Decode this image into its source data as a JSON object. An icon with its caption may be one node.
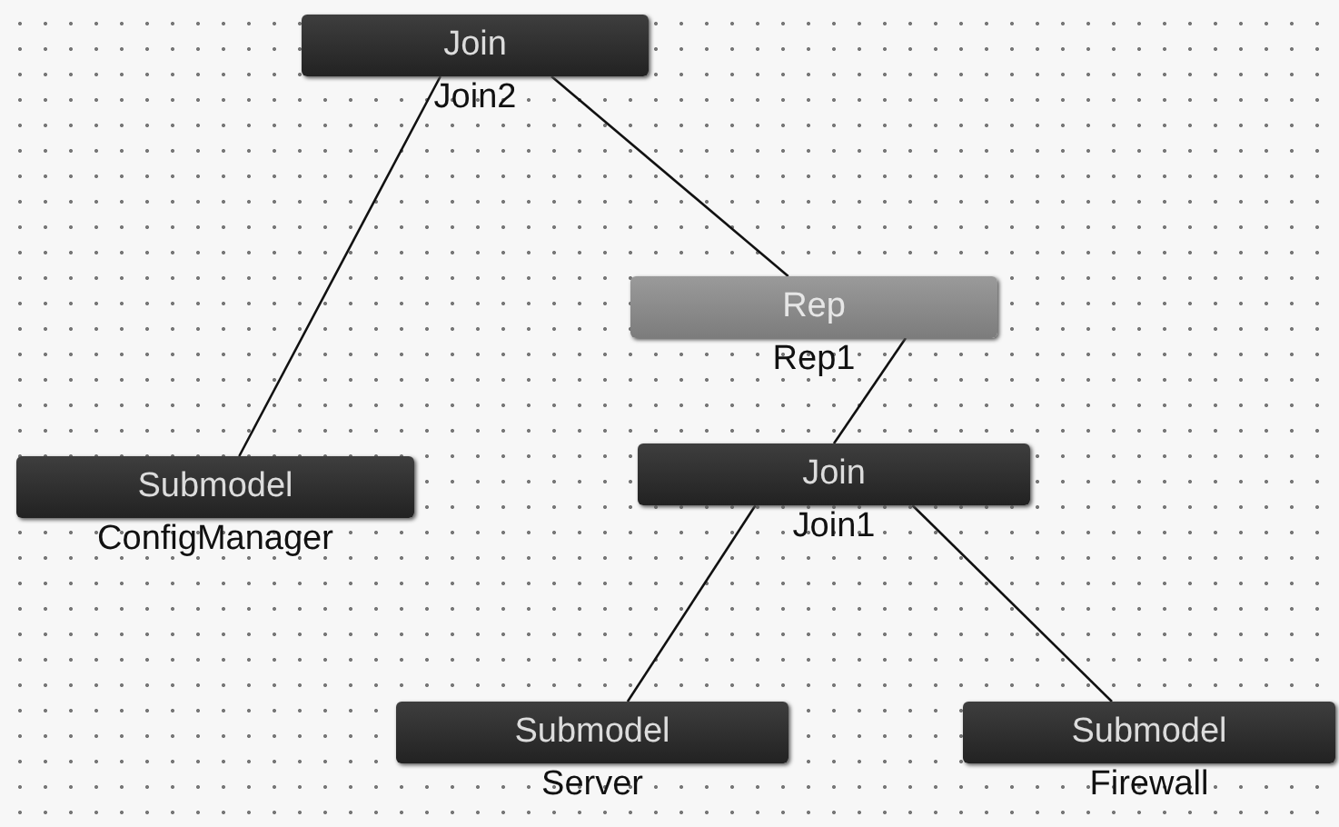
{
  "diagram": {
    "nodes": [
      {
        "text": [
          "Join"
        ],
        "beside": [
          "Join2"
        ]
      },
      {
        "text": [
          "Rep"
        ],
        "beside": [
          "Rep1"
        ]
      },
      {
        "text": [
          "Submodel"
        ],
        "beside": [
          "ConfigManager"
        ]
      },
      {
        "text": [
          "Join"
        ],
        "beside": [
          "Join1"
        ]
      },
      {
        "text": [
          "Submodel"
        ],
        "beside": [
          "Server"
        ]
      },
      {
        "text": [
          "Submodel"
        ],
        "beside": [
          "Firewall"
        ]
      }
    ],
    "edges": [
      {
        "from": 0,
        "to": 2,
        "arrow": "none"
      },
      {
        "from": 0,
        "to": 1,
        "arrow": "none"
      },
      {
        "from": 1,
        "to": 3,
        "arrow": "none"
      },
      {
        "from": 3,
        "to": 4,
        "arrow": "none"
      },
      {
        "from": 3,
        "to": 5,
        "arrow": "none"
      }
    ]
  }
}
